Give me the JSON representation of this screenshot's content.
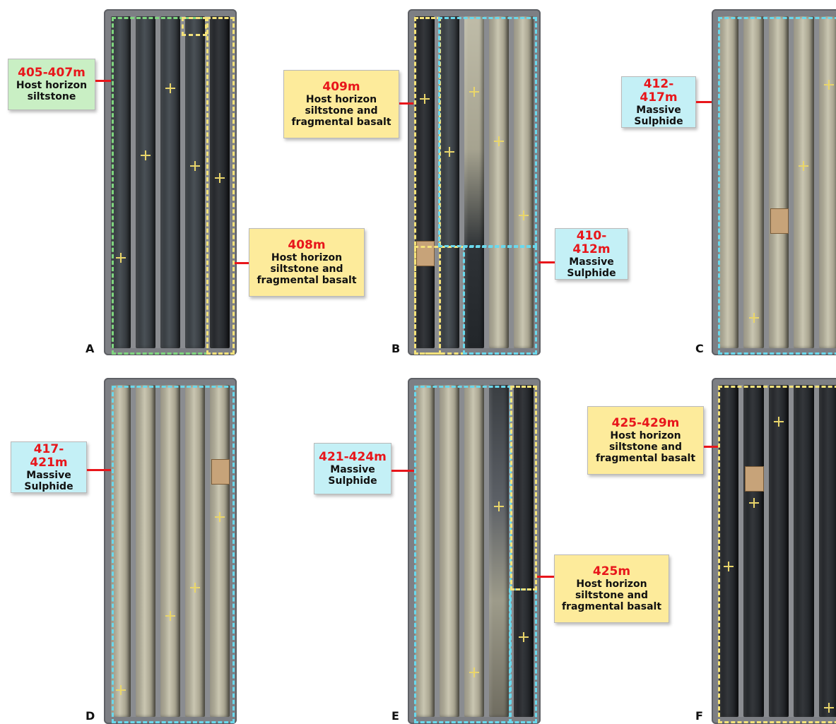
{
  "panels": [
    {
      "letter": "A",
      "labels": [
        {
          "depth": "405-407m",
          "desc": [
            "Host horizon",
            "siltstone"
          ],
          "color": "green"
        },
        {
          "depth": "408m",
          "desc": [
            "Host horizon",
            "siltstone and",
            "fragmental basalt"
          ],
          "color": "yellow"
        }
      ]
    },
    {
      "letter": "B",
      "labels": [
        {
          "depth": "409m",
          "desc": [
            "Host horizon",
            "siltstone and",
            "fragmental basalt"
          ],
          "color": "yellow"
        },
        {
          "depth": "410-412m",
          "desc": [
            "Massive",
            "Sulphide"
          ],
          "color": "cyan"
        }
      ]
    },
    {
      "letter": "C",
      "labels": [
        {
          "depth": "412-417m",
          "desc": [
            "Massive",
            "Sulphide"
          ],
          "color": "cyan"
        }
      ]
    },
    {
      "letter": "D",
      "labels": [
        {
          "depth": "417-421m",
          "desc": [
            "Massive",
            "Sulphide"
          ],
          "color": "cyan"
        }
      ]
    },
    {
      "letter": "E",
      "labels": [
        {
          "depth": "421-424m",
          "desc": [
            "Massive",
            "Sulphide"
          ],
          "color": "cyan"
        },
        {
          "depth": "425m",
          "desc": [
            "Host horizon",
            "siltstone and",
            "fragmental basalt"
          ],
          "color": "yellow"
        }
      ]
    },
    {
      "letter": "F",
      "labels": [
        {
          "depth": "425-429m",
          "desc": [
            "Host horizon",
            "siltstone and",
            "fragmental basalt"
          ],
          "color": "yellow"
        }
      ]
    }
  ],
  "colors": {
    "depth_text": "#e8161b",
    "green_box": "#c9efc4",
    "yellow_box": "#fdeb9b",
    "cyan_box": "#c4f0f6",
    "green_outline": "#7fd67f",
    "yellow_outline": "#f4e27a",
    "cyan_outline": "#6ad8ec"
  }
}
